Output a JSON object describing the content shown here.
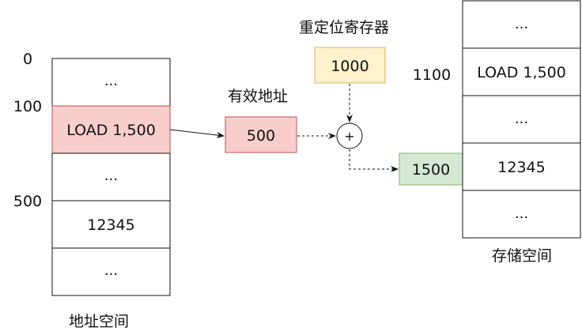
{
  "address_space": {
    "caption": "地址空间",
    "cells": [
      "...",
      "LOAD 1,500",
      "...",
      "12345",
      "..."
    ],
    "addresses": [
      "0",
      "100",
      "500"
    ]
  },
  "effective_address": {
    "label": "有效地址",
    "value": "500"
  },
  "relocation_register": {
    "label": "重定位寄存器",
    "value": "1000"
  },
  "adder": {
    "symbol": "+"
  },
  "physical_address": {
    "value": "1500"
  },
  "storage_space": {
    "caption": "存储空间",
    "cells": [
      "...",
      "LOAD 1,500",
      "...",
      "12345",
      "..."
    ],
    "addresses": [
      "1100"
    ]
  },
  "colors": {
    "highlight_red": "#f8cecc",
    "highlight_red_border": "#b85450",
    "register_yellow": "#fff2cc",
    "register_yellow_border": "#d6b656",
    "result_green": "#d5e8d4",
    "result_green_border": "#82b366"
  }
}
